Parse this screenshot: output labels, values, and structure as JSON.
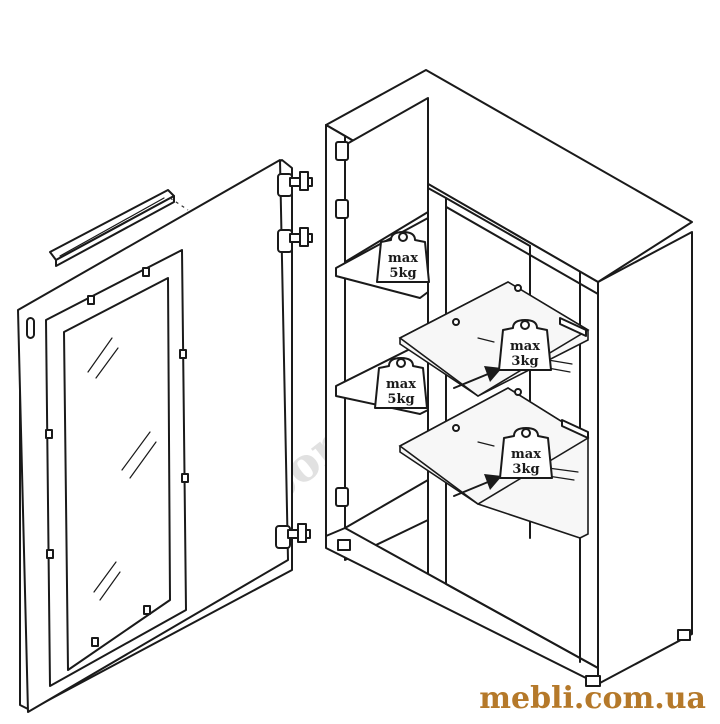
{
  "watermark": {
    "text": "www.gerbor.kiev.ua"
  },
  "brand": {
    "site": "mebli.com.ua",
    "color": "#b5792a"
  },
  "weight_labels": [
    {
      "top": "max",
      "bottom": "5kg"
    },
    {
      "top": "max",
      "bottom": "3kg"
    },
    {
      "top": "max",
      "bottom": "5kg"
    },
    {
      "top": "max",
      "bottom": "3kg"
    }
  ]
}
